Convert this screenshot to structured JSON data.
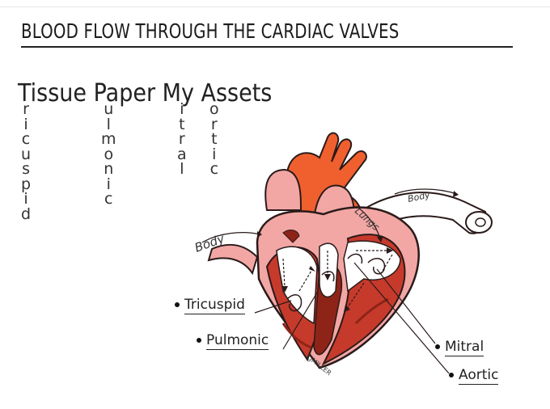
{
  "title": "BLOOD FLOW THROUGH THE CARDIAC VALVES",
  "mnemonic": "Tissue Paper My Assets",
  "columns": [
    {
      "id": "tricuspid",
      "letters": [
        "r",
        "i",
        "c",
        "u",
        "s",
        "p",
        "i",
        "d"
      ]
    },
    {
      "id": "pulmonic",
      "letters": [
        "u",
        "l",
        "m",
        "o",
        "n",
        "i",
        "c"
      ]
    },
    {
      "id": "mitral",
      "letters": [
        "i",
        "t",
        "r",
        "a",
        "l"
      ]
    },
    {
      "id": "aortic",
      "letters": [
        "o",
        "r",
        "t",
        "i",
        "c"
      ]
    }
  ],
  "flow_labels": {
    "body_left": "Body",
    "lungs": "Lungs",
    "body_right": "Body"
  },
  "callouts": {
    "tricuspid": "Tricuspid",
    "pulmonic": "Pulmonic",
    "mitral": "Mitral",
    "aortic": "Aortic"
  },
  "signature": "CJMILLER",
  "colors": {
    "heart_pink": "#f2a7a4",
    "heart_red": "#c63a2b",
    "heart_dark": "#8e2418",
    "vessel_orange": "#f0602e",
    "outline": "#2a1a1a"
  }
}
